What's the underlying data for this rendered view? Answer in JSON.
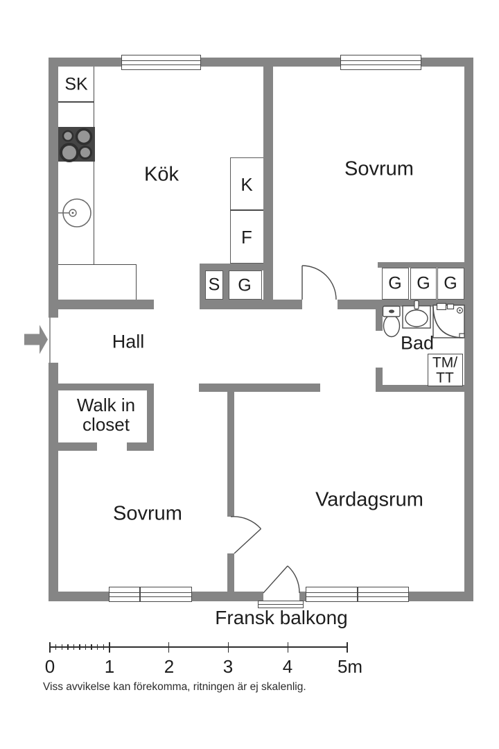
{
  "floorplan": {
    "rooms": {
      "kok": "Kök",
      "sovrum_top": "Sovrum",
      "hall": "Hall",
      "bad": "Bad",
      "walk_in_closet_line1": "Walk in",
      "walk_in_closet_line2": "closet",
      "sovrum_bottom": "Sovrum",
      "vardagsrum": "Vardagsrum",
      "fransk_balkong": "Fransk balkong"
    },
    "storage": {
      "sk": "SK",
      "k": "K",
      "f": "F",
      "s": "S",
      "g_hall": "G",
      "g1": "G",
      "g2": "G",
      "g3": "G",
      "tm_line1": "TM/",
      "tm_line2": "TT"
    },
    "fixtures": [
      "stove-icon",
      "kitchen-sink-icon",
      "toilet-icon",
      "bathroom-sink-icon",
      "shower-icon",
      "entrance-arrow-icon",
      "door-arc",
      "window"
    ],
    "scale_bar": {
      "labels": [
        "0",
        "1",
        "2",
        "3",
        "4",
        "5m"
      ]
    },
    "disclaimer": "Viss avvikelse kan förekomma, ritningen är ej skalenlig.",
    "colors": {
      "wall": "#858585",
      "outline": "#4a4a4a",
      "text": "#1d1d1d"
    }
  }
}
